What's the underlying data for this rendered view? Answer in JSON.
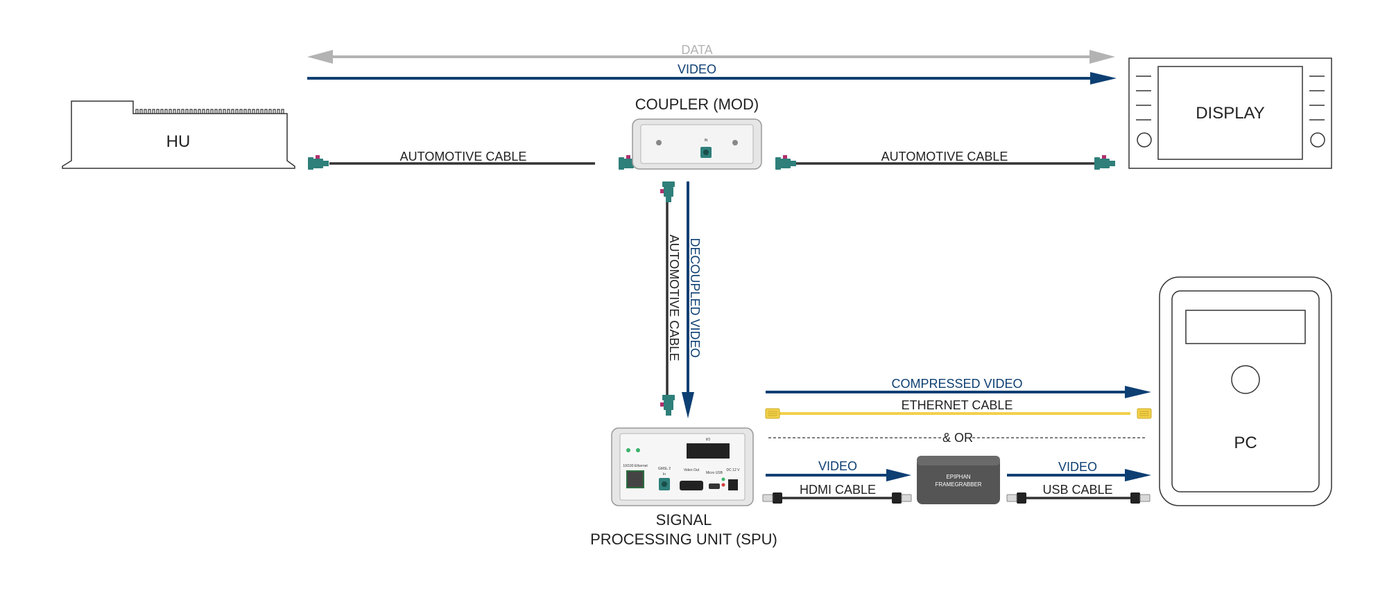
{
  "top_arrows": {
    "data": "DATA",
    "video": "VIDEO"
  },
  "hu": {
    "label": "HU"
  },
  "display": {
    "label": "DISPLAY"
  },
  "coupler": {
    "title": "COUPLER (MOD)",
    "port_in": "IN"
  },
  "cables": {
    "hu_coupler": "AUTOMOTIVE CABLE",
    "coupler_display": "AUTOMOTIVE CABLE",
    "coupler_spu": "AUTOMOTIVE CABLE",
    "ethernet": "ETHERNET CABLE",
    "hdmi": "HDMI CABLE",
    "usb": "USB CABLE"
  },
  "signals": {
    "decoupled": "DECOUPLED VIDEO",
    "compressed": "COMPRESSED VIDEO",
    "video_hdmi": "VIDEO",
    "video_usb": "VIDEO",
    "or_separator": "& OR"
  },
  "spu": {
    "title_line1": "SIGNAL",
    "title_line2": "PROCESSING UNIT (SPU)",
    "port_io": "I/O",
    "port_ethernet": "10/100 Ethernet",
    "port_gmsl": "GMSL 2",
    "port_in": "In",
    "port_video_out": "Video Out",
    "port_micro_usb": "Micro USB",
    "port_dc": "DC 12 V"
  },
  "framegrabber": {
    "line1": "EPIPHAN",
    "line2": "FRAMEGRABBER"
  },
  "pc": {
    "label": "PC"
  },
  "colors": {
    "arrow_blue": "#0d3f73",
    "data_gray": "#b3b3b3",
    "connector_teal": "#2f7f7a",
    "connector_magenta": "#b0306e",
    "ethernet_yellow": "#f2d14c",
    "cable_dark": "#333333"
  },
  "icons": [
    "double-arrow-icon",
    "arrow-right-icon",
    "arrow-down-icon",
    "fakra-connector-icon",
    "rj45-connector-icon",
    "hdmi-plug-icon",
    "usb-plug-icon"
  ]
}
